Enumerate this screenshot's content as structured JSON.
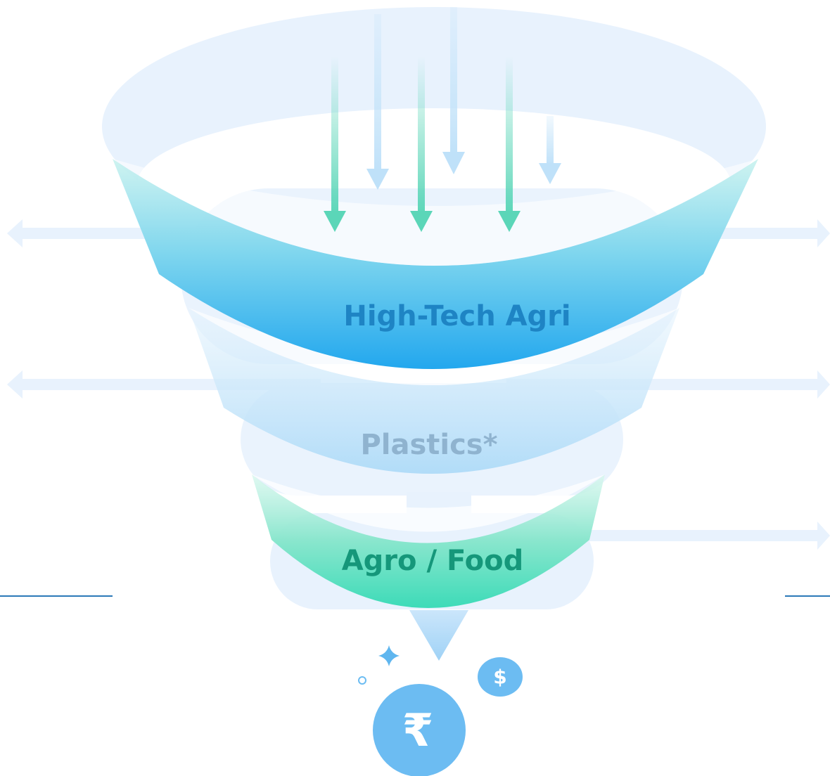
{
  "stages": [
    {
      "label": "High-Tech Agri",
      "color": "#1e84c4"
    },
    {
      "label": "Plastics*",
      "color": "#8fb3cf"
    },
    {
      "label": "Agro / Food",
      "color": "#15977a"
    }
  ],
  "coins": {
    "dollar_symbol": "$",
    "rupee_symbol": "₹"
  },
  "decorations": {
    "sparkle_icon": "four-point-star",
    "bubble_icon": "small-circle"
  },
  "colors": {
    "funnel_blue": "#22a7ee",
    "funnel_green": "#3ddbb8",
    "pale_blue": "#e8f2fd",
    "coin_blue": "#6cbcf2",
    "divider_blue": "#2b79b8"
  }
}
